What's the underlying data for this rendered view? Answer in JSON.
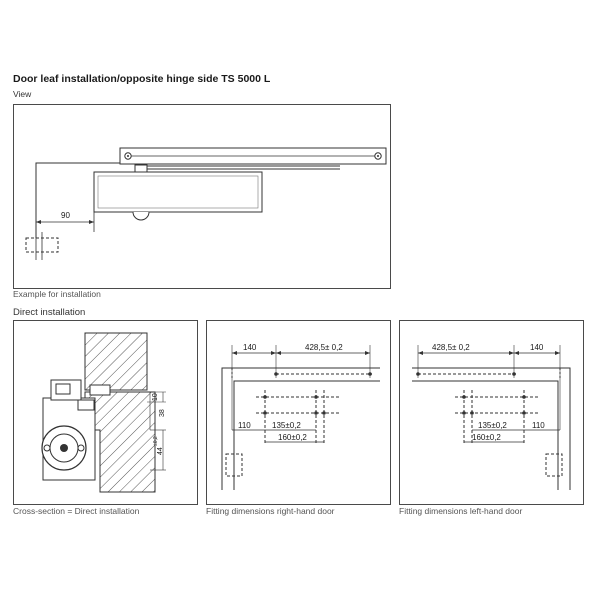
{
  "title": "Door leaf installation/opposite hinge side TS 5000 L",
  "view": {
    "label": "View",
    "caption": "Example for installation",
    "dim_90": "90"
  },
  "direct": {
    "label": "Direct installation",
    "cross_section": {
      "caption": "Cross-section = Direct installation",
      "dim_10": "10",
      "dim_38": "38",
      "dim_44": "44",
      "dim_44_tol": "±0,2"
    },
    "right_hand": {
      "caption": "Fitting dimensions right-hand door",
      "dim_140": "140",
      "dim_428": "428,5± 0,2",
      "dim_110": "110",
      "dim_135": "135±0,2",
      "dim_160": "160±0,2"
    },
    "left_hand": {
      "caption": "Fitting dimensions left-hand door",
      "dim_428": "428,5± 0,2",
      "dim_140": "140",
      "dim_110": "110",
      "dim_135": "135±0,2",
      "dim_160": "160±0,2"
    }
  }
}
